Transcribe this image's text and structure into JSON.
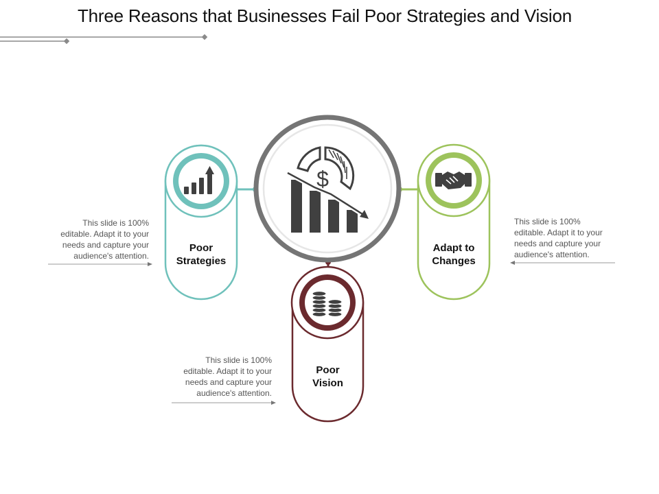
{
  "title": "Three Reasons that Businesses Fail Poor Strategies and Vision",
  "colors": {
    "strategies": "#6fc1bb",
    "changes": "#9dc35c",
    "vision": "#6b2a2e",
    "hub": "#757575",
    "icon": "#404040"
  },
  "center": {
    "icon": "declining-revenue-icon"
  },
  "cards": {
    "strategies": {
      "icon": "growth-chart-icon",
      "label_line1": "Poor",
      "label_line2": "Strategies",
      "desc_lines": [
        "This slide is 100%",
        "editable.  Adapt it to your",
        "needs and capture your",
        "audience's attention."
      ]
    },
    "changes": {
      "icon": "handshake-icon",
      "label_line1": "Adapt to",
      "label_line2": "Changes",
      "desc_lines": [
        "This slide is 100%",
        "editable.  Adapt it to your",
        "needs and capture your",
        "audience's attention."
      ]
    },
    "vision": {
      "icon": "coins-icon",
      "label_line1": "Poor",
      "label_line2": "Vision",
      "desc_lines": [
        "This slide is 100%",
        "editable.  Adapt it to your",
        "needs and capture your",
        "audience's attention."
      ]
    }
  }
}
